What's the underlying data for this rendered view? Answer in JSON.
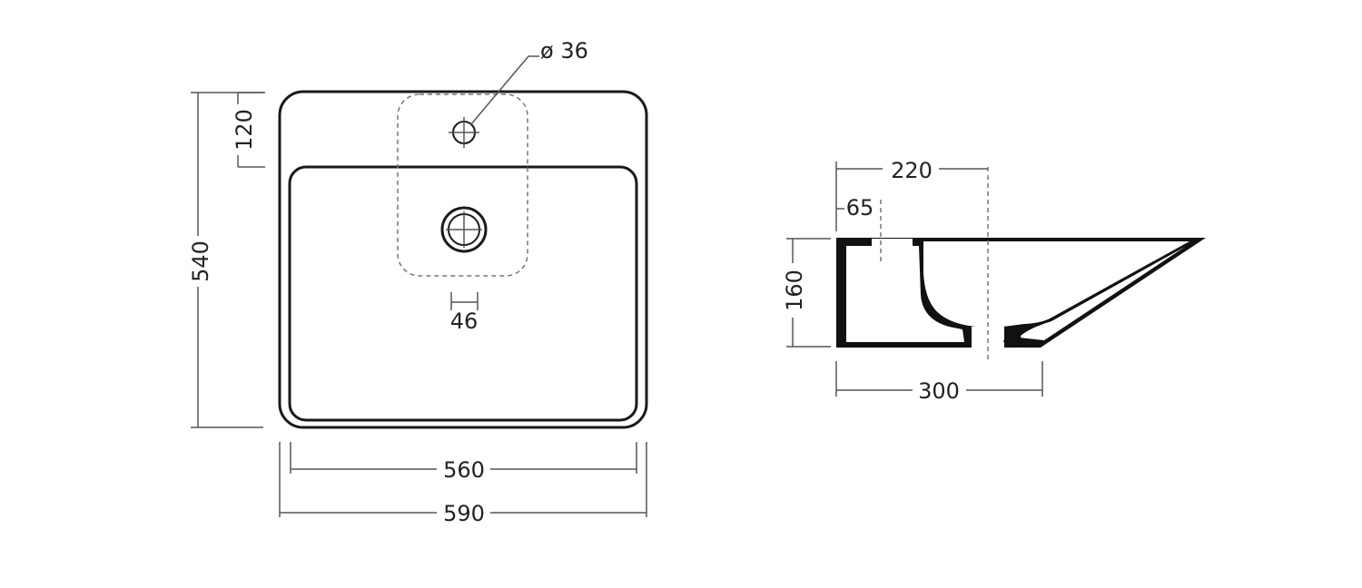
{
  "top_view": {
    "hole_diameter_label": "ø 36",
    "depth_120_label": "120",
    "height_540_label": "540",
    "hole_offset_46_label": "46",
    "inner_width_560_label": "560",
    "outer_width_590_label": "590"
  },
  "side_view": {
    "drain_offset_220_label": "220",
    "hole_offset_65_label": "65",
    "height_160_label": "160",
    "depth_300_label": "300"
  }
}
